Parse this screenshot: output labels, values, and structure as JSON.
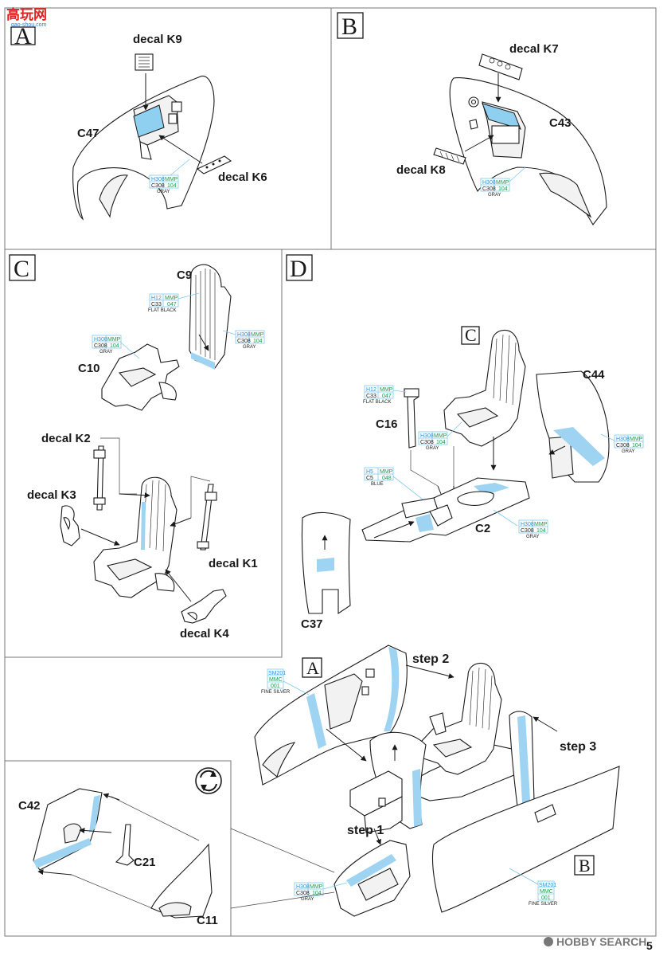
{
  "watermark_top": {
    "logo": "高玩网",
    "sub": "gao-shou.com"
  },
  "watermark_bottom": {
    "logo": "HOBBY SEARCH"
  },
  "page_number": "5",
  "panels": {
    "A": {
      "letter": "A",
      "labels": {
        "decal_k9": "decal K9",
        "c47": "C47",
        "decal_k6": "decal K6"
      },
      "paint": {
        "h": "H308",
        "mmp": "MMP",
        "c": "C308",
        "num": "104",
        "name": "GRAY"
      }
    },
    "B": {
      "letter": "B",
      "labels": {
        "decal_k7": "decal K7",
        "c43": "C43",
        "decal_k8": "decal K8"
      },
      "paint": {
        "h": "H308",
        "mmp": "MMP",
        "c": "C308",
        "num": "104",
        "name": "GRAY"
      }
    },
    "C": {
      "letter": "C",
      "labels": {
        "c9": "C9",
        "c10": "C10",
        "decal_k2": "decal K2",
        "decal_k3": "decal K3",
        "decal_k1": "decal K1",
        "decal_k4": "decal K4"
      },
      "paint_black": {
        "h": "H12",
        "mmp": "MMP",
        "c": "C33",
        "num": "047",
        "name": "FLAT BLACK"
      },
      "paint_gray_1": {
        "h": "H308",
        "mmp": "MMP",
        "c": "C308",
        "num": "104",
        "name": "GRAY"
      },
      "paint_gray_2": {
        "h": "H308",
        "mmp": "MMP",
        "c": "C308",
        "num": "104",
        "name": "GRAY"
      }
    },
    "D": {
      "letter": "D",
      "sub_letter": "C",
      "labels": {
        "c44": "C44",
        "c16": "C16",
        "c2": "C2",
        "c37": "C37"
      },
      "paint_black": {
        "h": "H12",
        "mmp": "MMP",
        "c": "C33",
        "num": "047",
        "name": "FLAT BLACK"
      },
      "paint_gray_seat": {
        "h": "H308",
        "mmp": "MMP",
        "c": "C308",
        "num": "104",
        "name": "GRAY"
      },
      "paint_blue": {
        "h": "H5",
        "mmp": "MMP",
        "c": "C5",
        "num": "048",
        "name": "BLUE"
      },
      "paint_gray_c2": {
        "h": "H308",
        "mmp": "MMP",
        "c": "C308",
        "num": "104",
        "name": "GRAY"
      },
      "paint_gray_c44": {
        "h": "H308",
        "mmp": "MMP",
        "c": "C308",
        "num": "104",
        "name": "GRAY"
      }
    },
    "assembly": {
      "box_a": "A",
      "box_b": "B",
      "labels": {
        "step1": "step 1",
        "step2": "step 2",
        "step3": "step 3",
        "c42": "C42",
        "c21": "C21",
        "c11": "C11"
      },
      "paint_silver_1": {
        "h": "SM201",
        "mmc": "MMC",
        "num": "001",
        "name": "FINE SILVER"
      },
      "paint_silver_2": {
        "h": "SM201",
        "mmc": "MMC",
        "num": "001",
        "name": "FINE SILVER"
      },
      "paint_gray": {
        "h": "H308",
        "mmp": "MMP",
        "c": "C308",
        "num": "104",
        "name": "GRAY"
      }
    }
  }
}
